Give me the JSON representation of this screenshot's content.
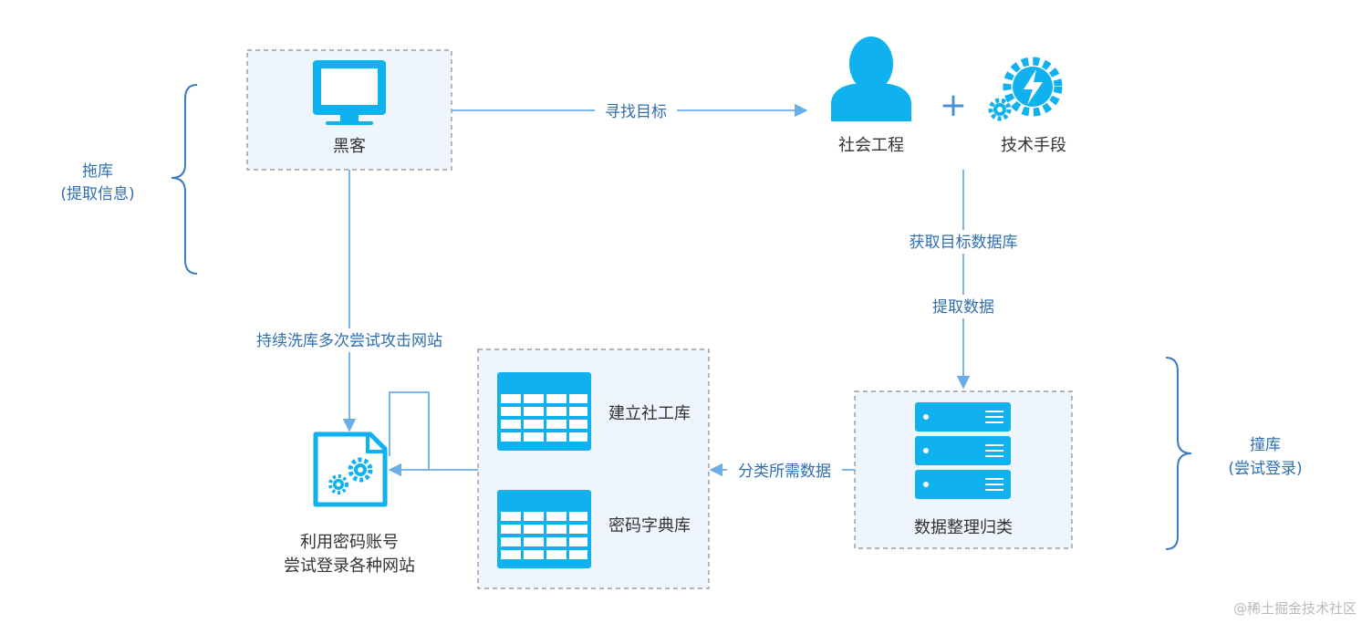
{
  "nodes": {
    "hacker": {
      "label": "黑客"
    },
    "social": {
      "label": "社会工程"
    },
    "plus": {
      "label": "+"
    },
    "tech": {
      "label": "技术手段"
    },
    "login": {
      "label_line1": "利用密码账号",
      "label_line2": "尝试登录各种网站"
    },
    "store": {
      "label_top": "建立社工库",
      "label_bottom": "密码字典库"
    },
    "server": {
      "label": "数据整理归类"
    }
  },
  "edges": {
    "find_target": "寻找目标",
    "get_db": "获取目标数据库",
    "extract": "提取数据",
    "attack": "持续洗库多次尝试攻击网站",
    "classify": "分类所需数据"
  },
  "side_labels": {
    "tuoku_line1": "拖库",
    "tuoku_line2": "(提取信息)",
    "zhuangku_line1": "撞库",
    "zhuangku_line2": "(尝试登录)"
  },
  "watermark": "@稀土掘金技术社区",
  "colors": {
    "accent": "#0fb2ee",
    "line": "#6aaee8",
    "label": "#2f6fb0"
  }
}
